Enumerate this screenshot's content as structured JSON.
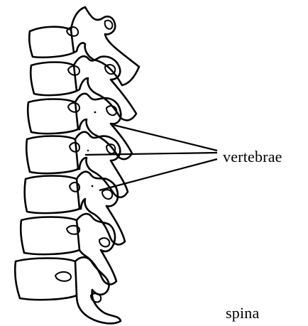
{
  "diagram": {
    "labels": {
      "vertebrae": "vertebrae",
      "spina": "spina"
    },
    "ink_color": "#000000",
    "background_color": "#ffffff",
    "illustration": "spine-drawing"
  }
}
